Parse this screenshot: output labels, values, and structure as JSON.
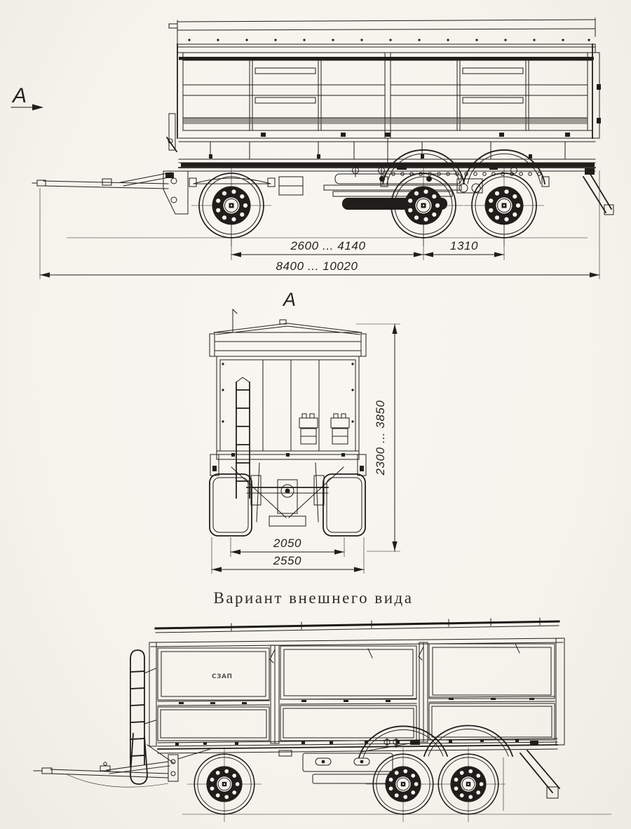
{
  "colors": {
    "background": "#f6f4ef",
    "ink": "#201e1b"
  },
  "labels": {
    "view_arrow": "A",
    "section_view": "A",
    "caption": "Вариант внешнего вида",
    "brand_mark": "СЗАП"
  },
  "dimensions": {
    "side_view": {
      "front_to_bogie": "2600 ... 4140",
      "bogie_spread": "1310",
      "overall_length": "8400 ... 10020"
    },
    "rear_view": {
      "track": "2050",
      "overall_width": "2550",
      "overall_height": "2300 ... 3850"
    }
  }
}
